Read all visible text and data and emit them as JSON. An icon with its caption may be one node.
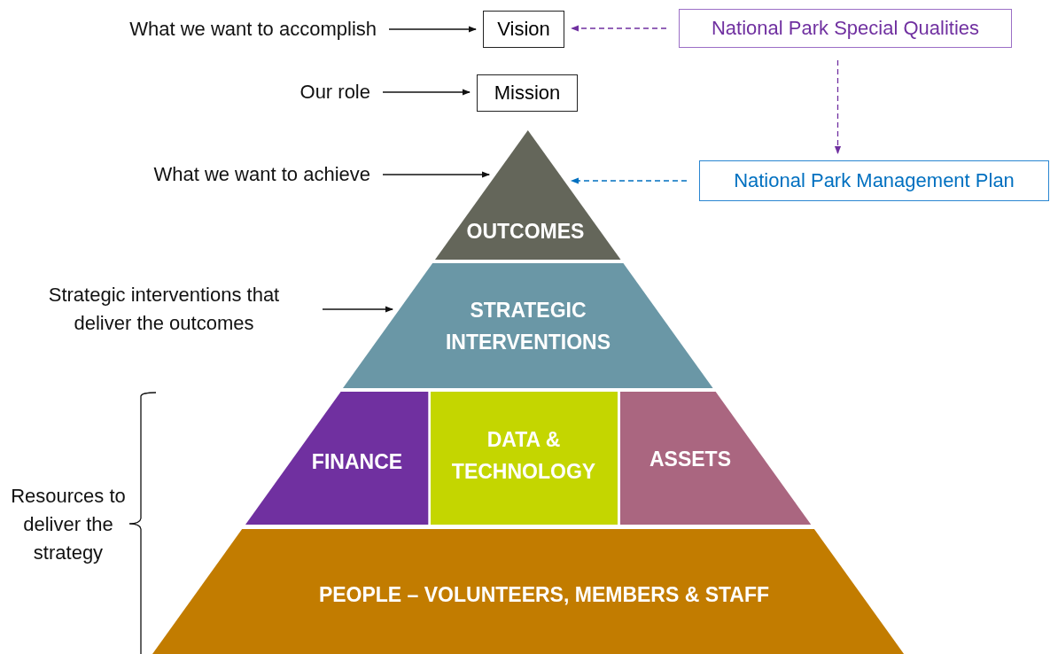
{
  "diagram": {
    "nodes": [
      {
        "text": [
          "What we want to accomplish"
        ]
      },
      {
        "text": [
          "Vision"
        ]
      },
      {
        "text": [
          "National Park Special Qualities"
        ]
      },
      {
        "text": [
          "Our role"
        ]
      },
      {
        "text": [
          "Mission"
        ]
      },
      {
        "text": [
          "What we want to achieve"
        ]
      },
      {
        "text": [
          "OUTCOMES"
        ]
      },
      {
        "text": [
          "National Park Management Plan"
        ]
      },
      {
        "text": [
          "Strategic interventions that deliver the outcomes"
        ]
      },
      {
        "text": [
          "STRATEGIC INTERVENTIONS"
        ]
      },
      {
        "text": [
          "FINANCE"
        ]
      },
      {
        "text": [
          "DATA & TECHNOLOGY"
        ]
      },
      {
        "text": [
          "ASSETS"
        ]
      },
      {
        "text": [
          "PEOPLE – VOLUNTEERS, MEMBERS & STAFF"
        ]
      }
    ],
    "edges": [
      {
        "from": 0,
        "to": 1,
        "arrow": "to"
      },
      {
        "from": 2,
        "to": 1,
        "arrow": "to",
        "style": "dashed",
        "color": "#7030a0"
      },
      {
        "from": 2,
        "to": 7,
        "arrow": "to",
        "style": "dashed",
        "color": "#7030a0"
      },
      {
        "from": 3,
        "to": 4,
        "arrow": "to"
      },
      {
        "from": 5,
        "to": 6,
        "arrow": "to"
      },
      {
        "from": 7,
        "to": 6,
        "arrow": "to",
        "style": "dashed",
        "color": "#0070c0"
      },
      {
        "from": 8,
        "to": 9,
        "arrow": "to"
      }
    ],
    "labels": [
      "Resources to deliver the strategy"
    ]
  }
}
